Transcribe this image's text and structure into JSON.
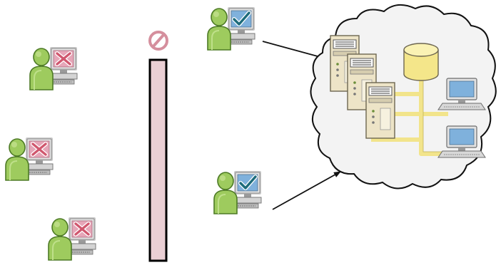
{
  "diagram": {
    "nodes": {
      "denied_users": [
        {
          "id": "denied-user-1",
          "status": "denied",
          "status_icon": "x-mark-icon"
        },
        {
          "id": "denied-user-2",
          "status": "denied",
          "status_icon": "x-mark-icon"
        },
        {
          "id": "denied-user-3",
          "status": "denied",
          "status_icon": "x-mark-icon"
        }
      ],
      "allowed_users": [
        {
          "id": "allowed-user-1",
          "status": "allowed",
          "status_icon": "check-mark-icon"
        },
        {
          "id": "allowed-user-2",
          "status": "allowed",
          "status_icon": "check-mark-icon"
        }
      ],
      "barrier": {
        "icon": "prohibited-icon"
      },
      "network_cloud": {
        "servers": 3,
        "database": 1,
        "workstations": 2
      }
    },
    "edges": [
      {
        "from": "allowed-user-1",
        "to": "network-cloud"
      },
      {
        "from": "allowed-user-2",
        "to": "network-cloud"
      }
    ],
    "colors": {
      "person": "#9ecb5e",
      "person_outline": "#4d7a25",
      "monitor_frame": "#dcdcdc",
      "screen_allowed": "#7fb1dc",
      "screen_denied": "#e6a6b8",
      "x_mark": "#d0576e",
      "check_mark": "#1d6b7a",
      "barrier_fill": "#eacfd4",
      "barrier_stroke": "#000000",
      "prohibited": "#d58f9d",
      "server": "#ede4c7",
      "database": "#f4e68a",
      "network_line": "#f2e48b",
      "cloud": "#f3f3f3"
    }
  }
}
